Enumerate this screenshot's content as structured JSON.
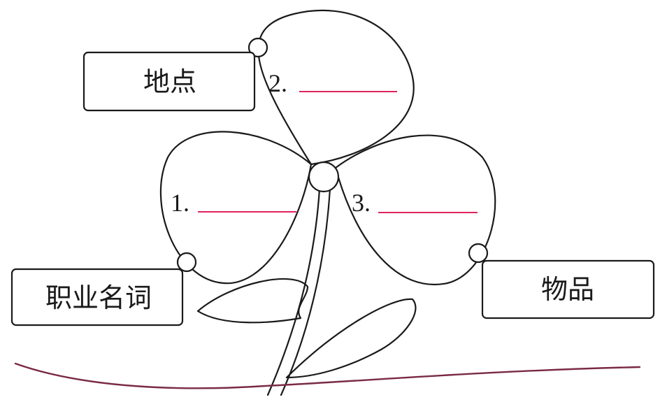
{
  "labels": {
    "place": "地点",
    "occupation": "职业名词",
    "item": "物品"
  },
  "petals": {
    "top": {
      "number": "2."
    },
    "left": {
      "number": "1."
    },
    "right": {
      "number": "3."
    }
  },
  "colors": {
    "ink": "#1a1a1a",
    "blank_line": "#e0245e",
    "ground": "#7a2a45"
  }
}
